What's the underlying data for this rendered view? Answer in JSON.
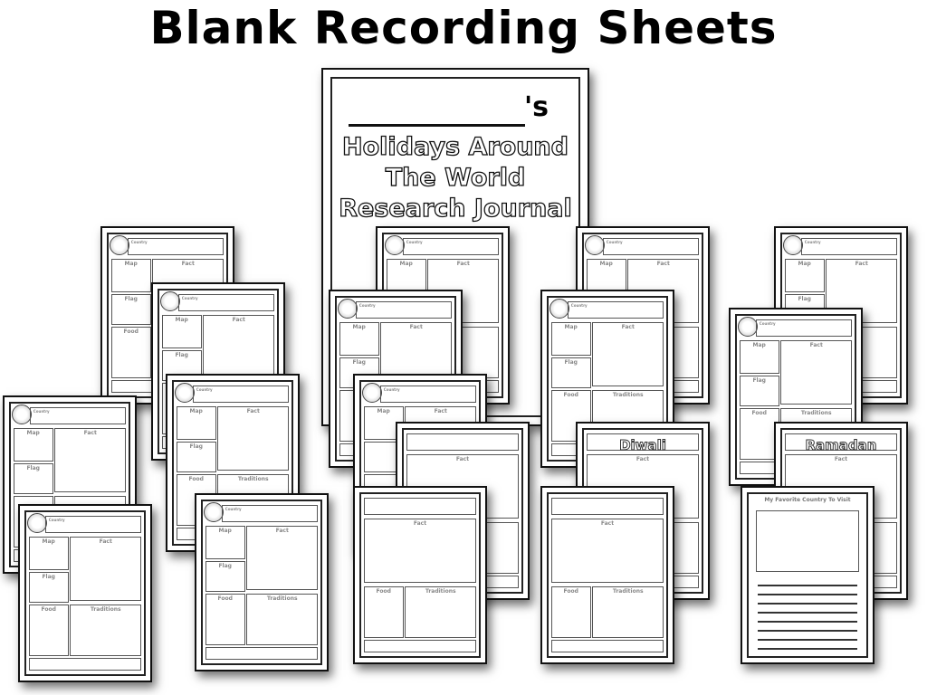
{
  "title": "Blank Recording Sheets",
  "cover": {
    "possessive": "'s",
    "line1": "Holidays Around",
    "line2": "The World",
    "line3": "Research Journal"
  },
  "labels": {
    "country": "Country",
    "map": "Map",
    "fact": "Fact",
    "flag": "Flag",
    "food": "Food",
    "traditions": "Traditions",
    "favorite": "My Favorite Country To Visit"
  },
  "holidays": [
    "Diwali",
    "Ramadan"
  ],
  "sheets": [
    {
      "type": "country"
    },
    {
      "type": "country"
    },
    {
      "type": "country"
    },
    {
      "type": "country"
    },
    {
      "type": "country"
    },
    {
      "type": "country"
    },
    {
      "type": "country"
    },
    {
      "type": "country"
    },
    {
      "type": "country"
    },
    {
      "type": "country"
    },
    {
      "type": "country"
    },
    {
      "type": "blank"
    },
    {
      "type": "holiday",
      "holiday": 0
    },
    {
      "type": "holiday",
      "holiday": 1
    },
    {
      "type": "country"
    },
    {
      "type": "country"
    },
    {
      "type": "blank"
    },
    {
      "type": "blank"
    },
    {
      "type": "favorite"
    }
  ]
}
